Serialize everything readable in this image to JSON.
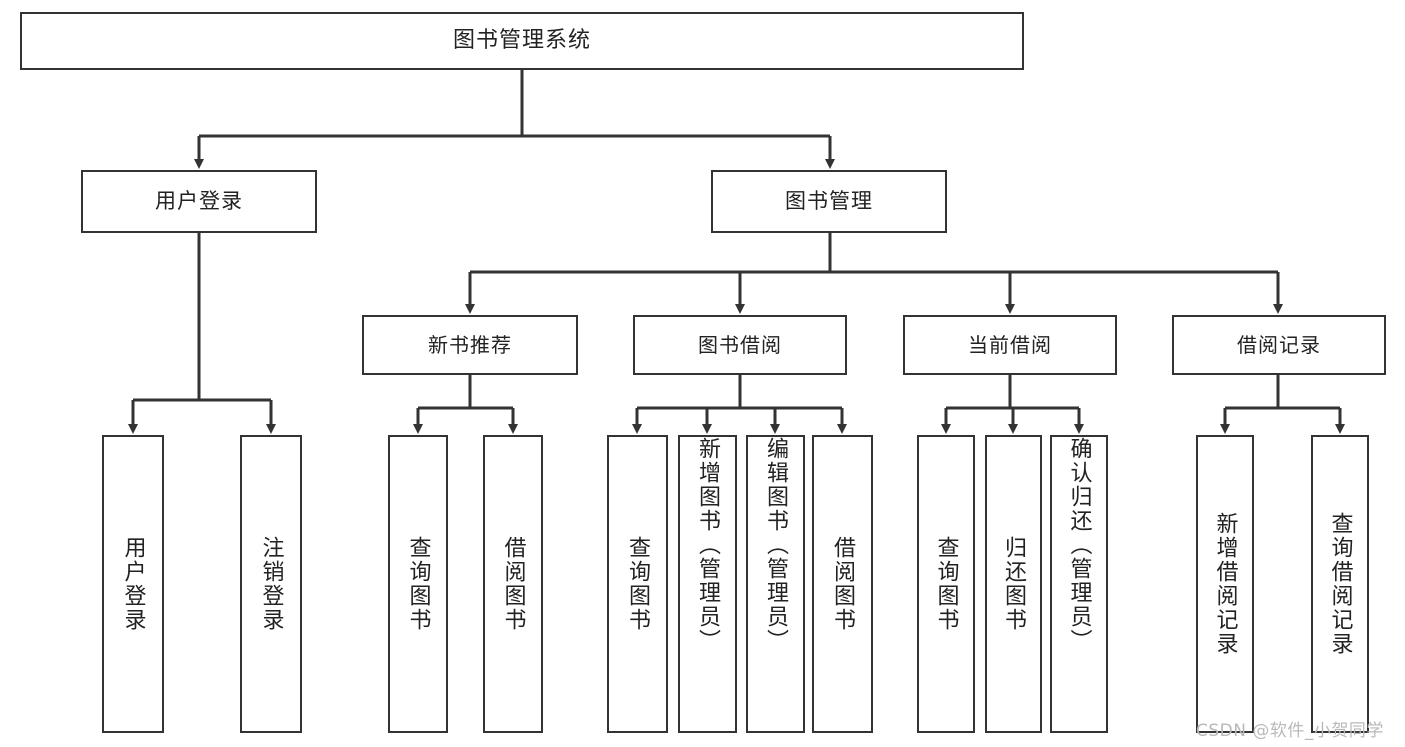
{
  "diagram": {
    "type": "hierarchy-tree",
    "title": "图书管理系统",
    "watermark": "CSDN @软件_小贺同学",
    "colors": {
      "box_border": "#333333",
      "box_fill": "#ffffff",
      "connector": "#333333",
      "watermark": "#b9b9b9"
    },
    "nodes": {
      "root": {
        "label": "图书管理系统"
      },
      "level1": [
        {
          "label": "用户登录"
        },
        {
          "label": "图书管理"
        }
      ],
      "level2": [
        {
          "label": "新书推荐"
        },
        {
          "label": "图书借阅"
        },
        {
          "label": "当前借阅"
        },
        {
          "label": "借阅记录"
        }
      ],
      "leaves": [
        {
          "label": "用户登录",
          "parent": "用户登录"
        },
        {
          "label": "注销登录",
          "parent": "用户登录"
        },
        {
          "label": "查询图书",
          "parent": "新书推荐"
        },
        {
          "label": "借阅图书",
          "parent": "新书推荐"
        },
        {
          "label": "查询图书",
          "parent": "图书借阅"
        },
        {
          "label": "新增图书（管理员）",
          "parent": "图书借阅"
        },
        {
          "label": "编辑图书（管理员）",
          "parent": "图书借阅"
        },
        {
          "label": "借阅图书",
          "parent": "图书借阅"
        },
        {
          "label": "查询图书",
          "parent": "当前借阅"
        },
        {
          "label": "归还图书",
          "parent": "当前借阅"
        },
        {
          "label": "确认归还（管理员）",
          "parent": "当前借阅"
        },
        {
          "label": "新增借阅记录",
          "parent": "借阅记录"
        },
        {
          "label": "查询借阅记录",
          "parent": "借阅记录"
        }
      ]
    }
  }
}
